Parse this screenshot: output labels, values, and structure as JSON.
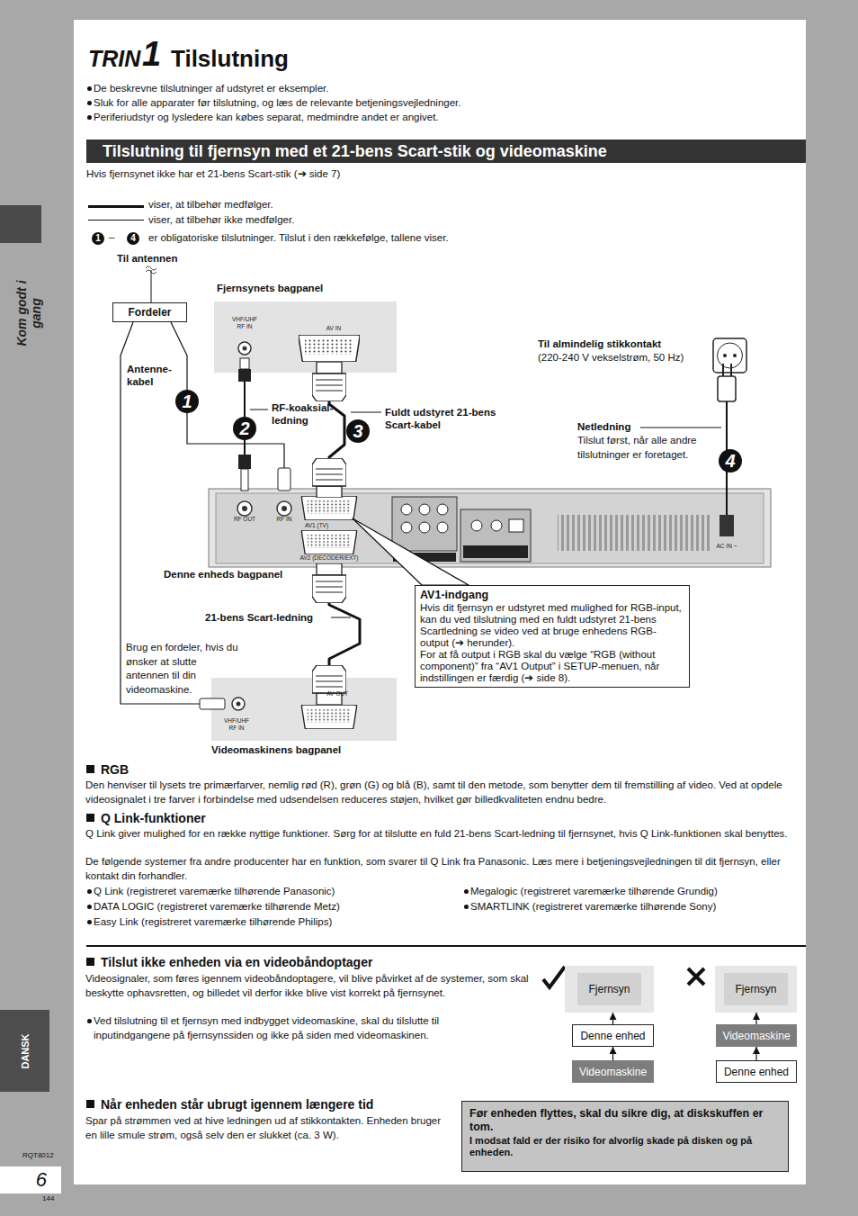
{
  "diagram": {
    "title": "Tilslutning",
    "nodes": [
      {
        "text": [
          "Tilslutning til fjernsyn med et 21-bens Scart-stik og videomaskine"
        ]
      },
      {
        "text": [
          "Fordeler"
        ]
      },
      {
        "text": [
          "Fjernsynets bagpanel",
          "VHF/UHF RF IN",
          "AV IN"
        ]
      },
      {
        "text": [
          "RF OUT",
          "RF IN",
          "AV1 (TV)",
          "AV2 (DECODER/EXT)",
          "AC IN ~",
          "Denne enheds bagpanel"
        ]
      },
      {
        "text": [
          "AV1-indgang",
          "Hvis dit fjernsyn er udstyret med mulighed for RGB-input, kan du ved tilslutning med en fuldt udstyret 21-bens Scartledning se video ved at bruge enhedens RGB-output (➔ herunder).",
          "For at få output i RGB skal du vælge “RGB (without component)” fra “AV1 Output” i SETUP-menuen, når indstillingen er færdig (➔ side 8)."
        ]
      },
      {
        "text": [
          "AV OUT",
          "VHF/UHF RF IN",
          "Videomaskinens bagpanel"
        ]
      },
      {
        "text": [
          "Fjernsyn"
        ]
      },
      {
        "text": [
          "Denne enhed"
        ]
      },
      {
        "text": [
          "Videomaskine"
        ]
      },
      {
        "text": [
          "Fjernsyn"
        ]
      },
      {
        "text": [
          "Videomaskine"
        ]
      },
      {
        "text": [
          "Denne enhed"
        ]
      },
      {
        "text": [
          "Før enheden flyttes, skal du sikre dig, at diskskuffen er tom.",
          "I modsat fald er der risiko for alvorlig skade på disken og på enheden."
        ]
      },
      {
        "text": [
          "DANSK"
        ]
      },
      {
        "text": [
          "6"
        ]
      }
    ],
    "edges": [
      {
        "from": 1,
        "to": 3,
        "arrow": "none"
      },
      {
        "from": 3,
        "to": 2,
        "arrow": "none"
      },
      {
        "from": 3,
        "to": 2,
        "arrow": "none"
      },
      {
        "from": 3,
        "to": 5,
        "arrow": "none"
      },
      {
        "from": 1,
        "to": 5,
        "arrow": "none"
      },
      {
        "from": 4,
        "to": 3,
        "arrow": "none"
      },
      {
        "from": 7,
        "to": 6,
        "arrow": "to"
      },
      {
        "from": 8,
        "to": 7,
        "arrow": "to"
      },
      {
        "from": 10,
        "to": 9,
        "arrow": "to"
      },
      {
        "from": 11,
        "to": 10,
        "arrow": "to"
      }
    ],
    "labels": [
      "TRIN",
      "1",
      "De beskrevne tilslutninger af udstyret er eksempler.",
      "Sluk for alle apparater før tilslutning, og læs de relevante betjeningsvejledninger.",
      "Periferiudstyr og lysledere kan købes separat, medmindre andet er angivet.",
      "Hvis fjernsynet ikke har et 21-bens Scart-stik (➔ side 7)",
      "1",
      "–",
      "4",
      "er obligatoriske tilslutninger. Tilslut i den rækkefølge, tallene viser.",
      "Til antennen",
      "Antenne-kabel",
      "RF-koaksial-ledning",
      "Fuldt udstyret 21-bens Scart-kabel",
      "Til almindelig stikkontakt",
      "(220-240 V vekselstrøm, 50 Hz)",
      "Netledning",
      "Tilslut først, når alle andre tilslutninger er foretaget.",
      "1",
      "2",
      "3",
      "4",
      "21-bens Scart-ledning",
      "Brug en fordeler, hvis du ønsker at slutte antennen til din videomaskine.",
      "RGB",
      "Den henviser til lysets tre primærfarver, nemlig rød (R), grøn (G) og blå (B), samt til den metode, som benytter dem til fremstilling af video. Ved at opdele videosignalet i tre farver i forbindelse med udsendelsen reduceres støjen, hvilket gør billedkvaliteten endnu bedre.",
      "Q Link-funktioner",
      "Q Link giver mulighed for en række nyttige funktioner. Sørg for at tilslutte en fuld 21-bens Scart-ledning til fjernsynet, hvis Q Link-funktionen skal benyttes.",
      "De følgende systemer fra andre producenter har en funktion, som svarer til Q Link fra Panasonic. Læs mere i betjeningsvejledningen til dit fjernsyn, eller kontakt din forhandler.",
      "Q Link (registreret varemærke tilhørende Panasonic)",
      "DATA LOGIC (registreret varemærke tilhørende Metz)",
      "Easy Link (registreret varemærke tilhørende Philips)",
      "Megalogic (registreret varemærke tilhørende Grundig)",
      "SMARTLINK (registreret varemærke tilhørende Sony)",
      "Tilslut ikke enheden via en videobåndoptager",
      "Videosignaler, som føres igennem videobåndoptagere, vil blive påvirket af de systemer, som skal beskytte ophavsretten, og billedet vil derfor ikke blive vist korrekt på fjernsynet.",
      "Ved tilslutning til et fjernsyn med indbygget videomaskine, skal du tilslutte til inputindgangene på fjernsynssiden og ikke på siden med videomaskinen.",
      "Når enheden står ubrugt igennem længere tid",
      "Spar på strømmen ved at hive ledningen ud af stikkontakten. Enheden bruger en lille smule strøm, også selv den er slukket (ca. 3 W).",
      "Kom godt i gang",
      "RQT8012",
      "144"
    ],
    "legend": [
      {
        "text": "viser, at tilbehør medfølger."
      },
      {
        "text": "viser, at tilbehør ikke medfølger."
      }
    ]
  }
}
